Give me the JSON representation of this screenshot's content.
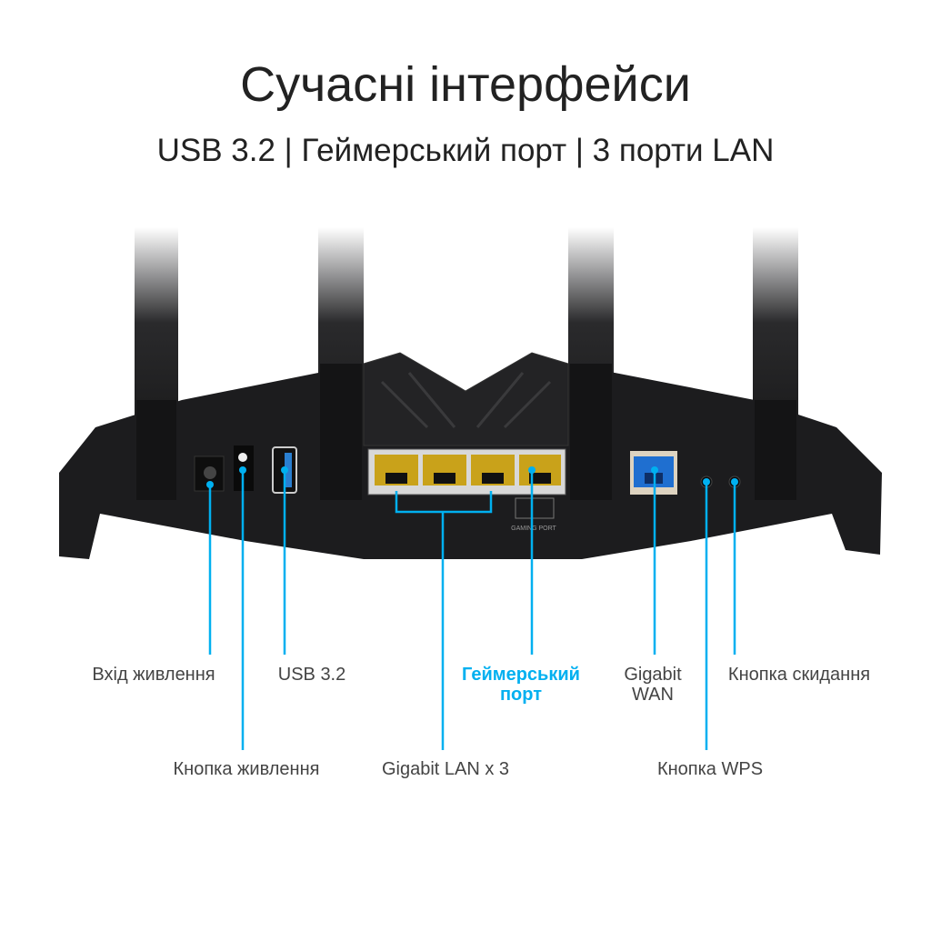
{
  "title": "Сучасні інтерфейси",
  "subtitle": "USB 3.2 | Геймерський порт | 3 порти LAN",
  "router": {
    "gaming_port_caption": "GAMING PORT"
  },
  "labels": {
    "power_input": "Вхід живлення",
    "usb": "USB 3.2",
    "gaming_port_line1": "Геймерський",
    "gaming_port_line2": "порт",
    "wan_line1": "Gigabit",
    "wan_line2": "WAN",
    "reset": "Кнопка скидання",
    "power_button": "Кнопка живлення",
    "lan": "Gigabit LAN x 3",
    "wps": "Кнопка WPS"
  },
  "colors": {
    "accent": "#00b0f0",
    "router_body": "#1c1c1e",
    "lan_port": "#c9a21a",
    "wan_port": "#1f6fd0"
  }
}
